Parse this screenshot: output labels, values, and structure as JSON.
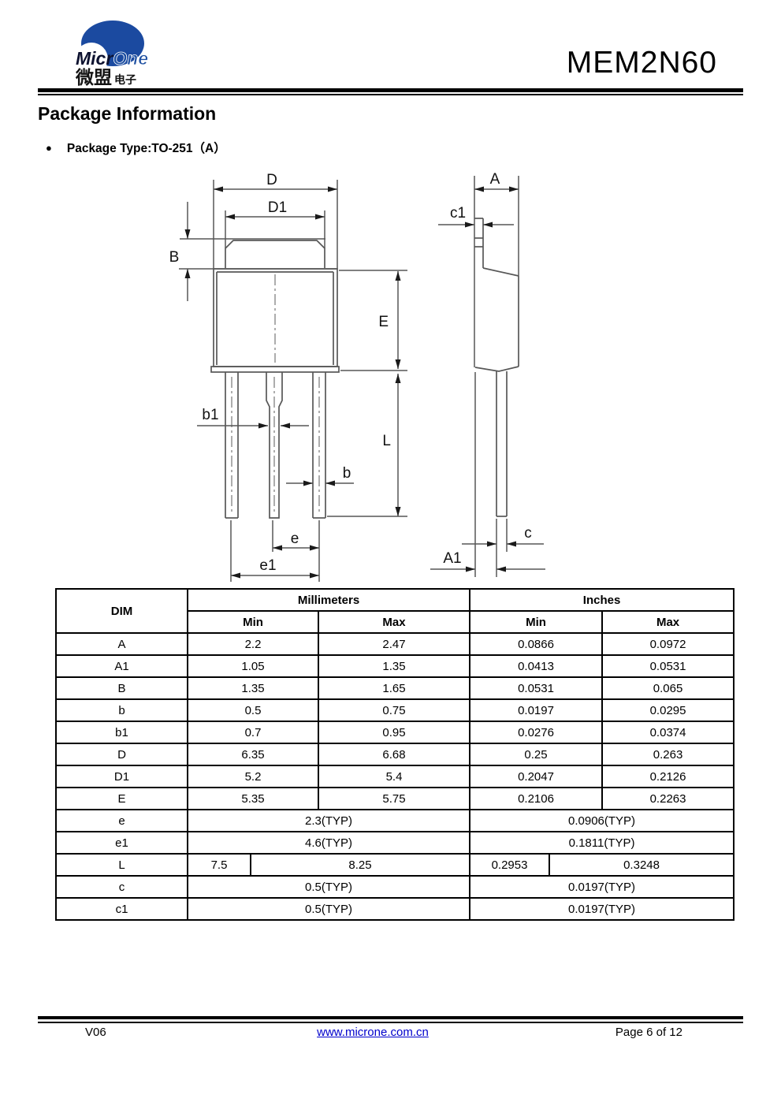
{
  "header": {
    "logo": {
      "brand_micr": "Micr",
      "brand_one": "One",
      "subtitle_cn_main": "微盟",
      "subtitle_cn_sub": "电子"
    },
    "part_number": "MEM2N60"
  },
  "section": {
    "title": "Package Information",
    "bullet": "●",
    "package_type": "Package Type:TO-251（A）"
  },
  "drawing": {
    "labels": {
      "D": "D",
      "D1": "D1",
      "B": "B",
      "E": "E",
      "L": "L",
      "b": "b",
      "b1": "b1",
      "e": "e",
      "e1": "e1",
      "A": "A",
      "A1": "A1",
      "c": "c",
      "c1": "c1"
    }
  },
  "table": {
    "dim_header": "DIM",
    "group_mm": "Millimeters",
    "group_in": "Inches",
    "sub_headers": [
      "Min",
      "Max",
      "Min",
      "Max"
    ],
    "rows": [
      {
        "dim": "A",
        "mm_min": "2.2",
        "mm_max": "2.47",
        "in_min": "0.0866",
        "in_max": "0.0972"
      },
      {
        "dim": "A1",
        "mm_min": "1.05",
        "mm_max": "1.35",
        "in_min": "0.0413",
        "in_max": "0.0531"
      },
      {
        "dim": "B",
        "mm_min": "1.35",
        "mm_max": "1.65",
        "in_min": "0.0531",
        "in_max": "0.065"
      },
      {
        "dim": "b",
        "mm_min": "0.5",
        "mm_max": "0.75",
        "in_min": "0.0197",
        "in_max": "0.0295"
      },
      {
        "dim": "b1",
        "mm_min": "0.7",
        "mm_max": "0.95",
        "in_min": "0.0276",
        "in_max": "0.0374"
      },
      {
        "dim": "D",
        "mm_min": "6.35",
        "mm_max": "6.68",
        "in_min": "0.25",
        "in_max": "0.263"
      },
      {
        "dim": "D1",
        "mm_min": "5.2",
        "mm_max": "5.4",
        "in_min": "0.2047",
        "in_max": "0.2126"
      },
      {
        "dim": "E",
        "mm_min": "5.35",
        "mm_max": "5.75",
        "in_min": "0.2106",
        "in_max": "0.2263"
      },
      {
        "dim": "e",
        "mm_typ": "2.3(TYP)",
        "in_typ": "0.0906(TYP)"
      },
      {
        "dim": "e1",
        "mm_typ": "4.6(TYP)",
        "in_typ": "0.1811(TYP)"
      },
      {
        "dim": "L",
        "mm_min": "7.5",
        "mm_max": "8.25",
        "in_min": "0.2953",
        "in_max": "0.3248"
      },
      {
        "dim": "c",
        "mm_typ": "0.5(TYP)",
        "in_typ": "0.0197(TYP)"
      },
      {
        "dim": "c1",
        "mm_typ": "0.5(TYP)",
        "in_typ": "0.0197(TYP)"
      }
    ]
  },
  "footer": {
    "version": "V06",
    "website": "www.microne.com.cn",
    "page": "Page 6 of 12"
  },
  "colors": {
    "logo_blue": "#1b4aa0",
    "link_blue": "#0000cc",
    "line_gray": "#575757"
  }
}
